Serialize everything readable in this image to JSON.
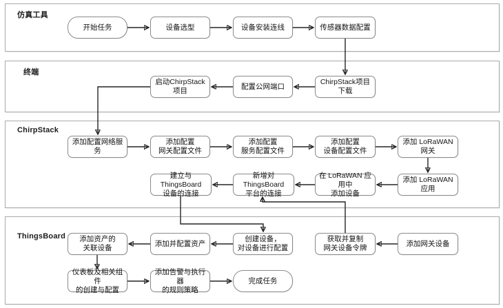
{
  "diagram": {
    "title": "LoRaWAN simulation deployment flowchart",
    "colors": {
      "background": "#ffffff",
      "lane_border": "#a9a9a9",
      "node_border": "#8a8a8a",
      "arrow": "#232323",
      "text": "#141414"
    },
    "lanes": [
      {
        "label": "仿真工具"
      },
      {
        "label": "终端"
      },
      {
        "label": "ChirpStack"
      },
      {
        "label": "ThingsBoard"
      }
    ],
    "nodes": [
      {
        "label": "开始任务"
      },
      {
        "label": "设备选型"
      },
      {
        "label": "设备安装连线"
      },
      {
        "label": "传感器数据配置"
      },
      {
        "label": "启动ChirpStack项目"
      },
      {
        "label": "配置公网端口"
      },
      {
        "label": "ChirpStack项目下载"
      },
      {
        "label": "添加配置网络服务"
      },
      {
        "label": "添加配置\n网关配置文件"
      },
      {
        "label": "添加配置\n服务配置文件"
      },
      {
        "label": "添加配置\n设备配置文件"
      },
      {
        "label": "添加 LoRaWAN 网关"
      },
      {
        "label": "建立与ThingsBoard\n设备的连接"
      },
      {
        "label": "新增对ThingsBoard\n平台的连接"
      },
      {
        "label": "在 LoRaWAN 应用中\n添加设备"
      },
      {
        "label": "添加 LoRaWAN 应用"
      },
      {
        "label": "添加资产的\n关联设备"
      },
      {
        "label": "添加并配置资产"
      },
      {
        "label": "创建设备，\n对设备进行配置"
      },
      {
        "label": "获取并复制\n网关设备令牌"
      },
      {
        "label": "添加网关设备"
      },
      {
        "label": "仪表板及相关组件\n的创建与配置"
      },
      {
        "label": "添加告警与执行器\n的规则策略"
      },
      {
        "label": "完成任务"
      }
    ]
  }
}
